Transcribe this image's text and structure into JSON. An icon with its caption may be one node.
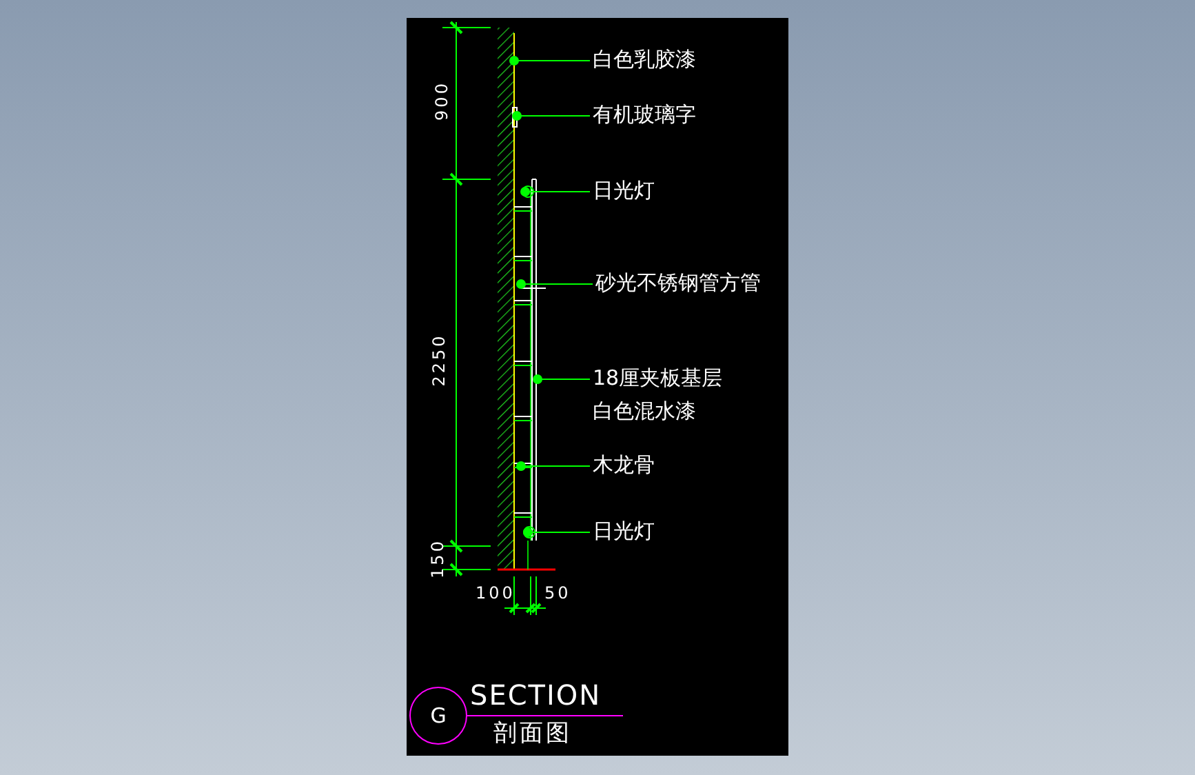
{
  "diagram": {
    "nodes": [
      {
        "text": [
          "白色乳胶漆"
        ]
      },
      {
        "text": [
          "有机玻璃字"
        ]
      },
      {
        "text": [
          "日光灯"
        ]
      },
      {
        "text": [
          "砂光不锈钢管方管"
        ]
      },
      {
        "text": [
          "18厘夹板基层",
          "白色混水漆"
        ]
      },
      {
        "text": [
          "木龙骨"
        ]
      },
      {
        "text": [
          "日光灯"
        ]
      },
      {
        "text": [
          "G"
        ]
      }
    ],
    "edges": [
      {
        "from": 0,
        "to": null,
        "arrow": "other"
      },
      {
        "from": 1,
        "to": null,
        "arrow": "other"
      },
      {
        "from": 2,
        "to": null,
        "arrow": "other"
      },
      {
        "from": 3,
        "to": null,
        "arrow": "other"
      },
      {
        "from": 4,
        "to": null,
        "arrow": "other"
      },
      {
        "from": 5,
        "to": null,
        "arrow": "other"
      },
      {
        "from": 6,
        "to": null,
        "arrow": "other"
      }
    ],
    "labels": [
      "900",
      "2250",
      "150",
      "100",
      "50",
      "SECTION",
      "剖面图"
    ]
  }
}
